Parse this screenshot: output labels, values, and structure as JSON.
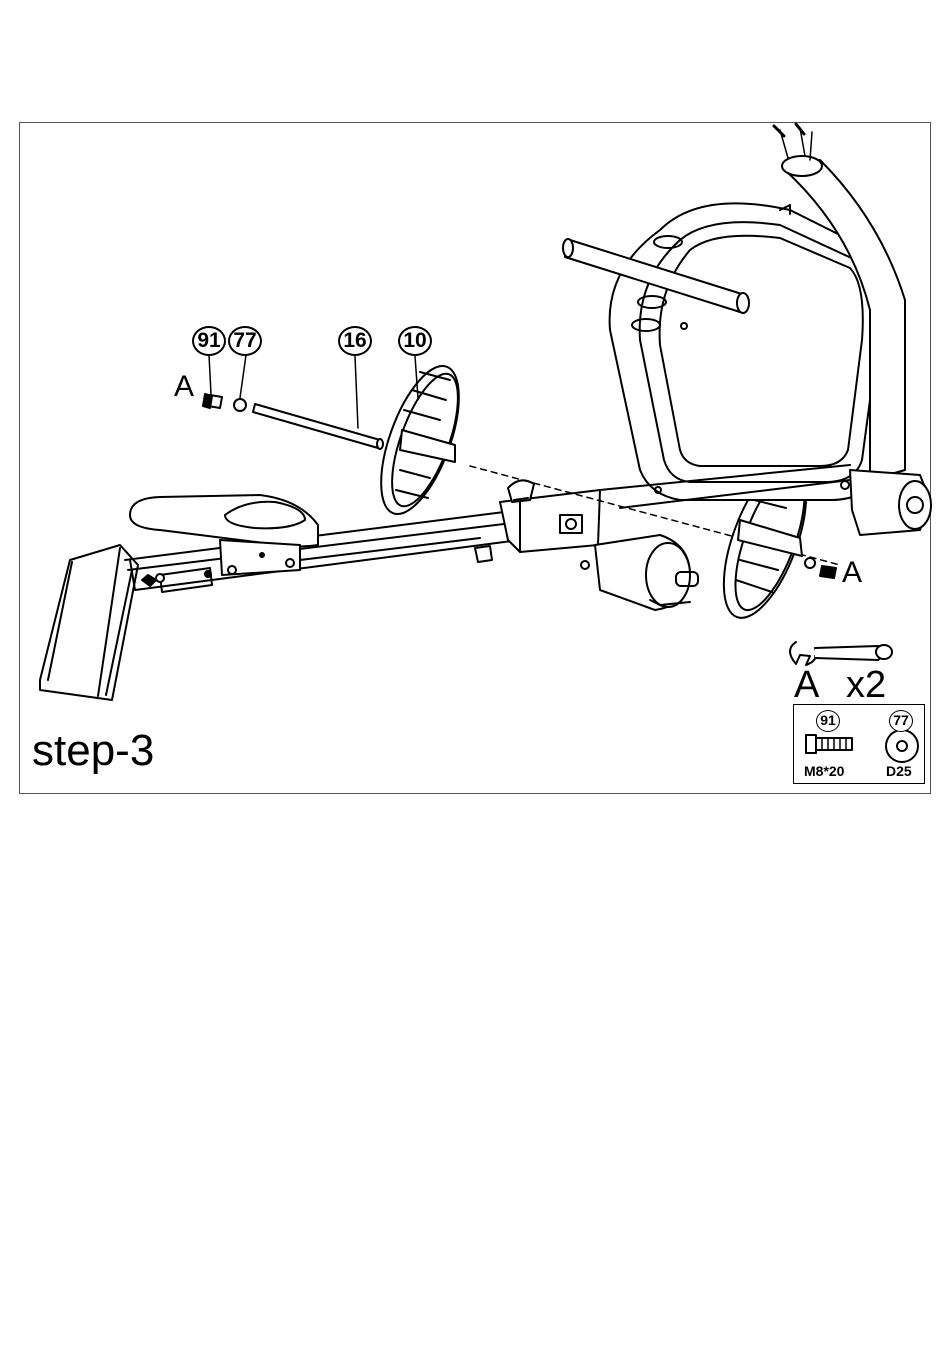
{
  "step_label": "step-3",
  "callouts": {
    "bolt": "91",
    "washer": "77",
    "axle": "16",
    "pedal": "10"
  },
  "tool_letter_left": "A",
  "tool_letter_right": "A",
  "tool": {
    "letter": "A",
    "quantity": "x2"
  },
  "parts_box": {
    "bolt_number": "91",
    "bolt_spec": "M8*20",
    "washer_number": "77",
    "washer_spec": "D25"
  }
}
